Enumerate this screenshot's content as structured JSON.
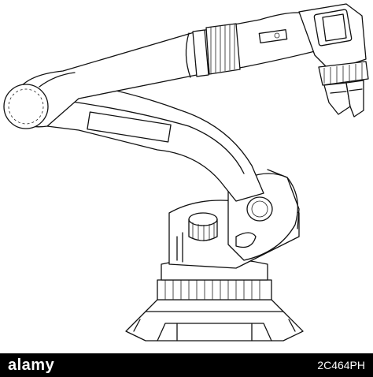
{
  "watermark": {
    "brand": "alamy",
    "image_id": "2C464PH"
  },
  "colors": {
    "line": "#111111",
    "background": "#ffffff",
    "footer": "#000000"
  },
  "illustration": "industrial-robot-arm-line-drawing"
}
